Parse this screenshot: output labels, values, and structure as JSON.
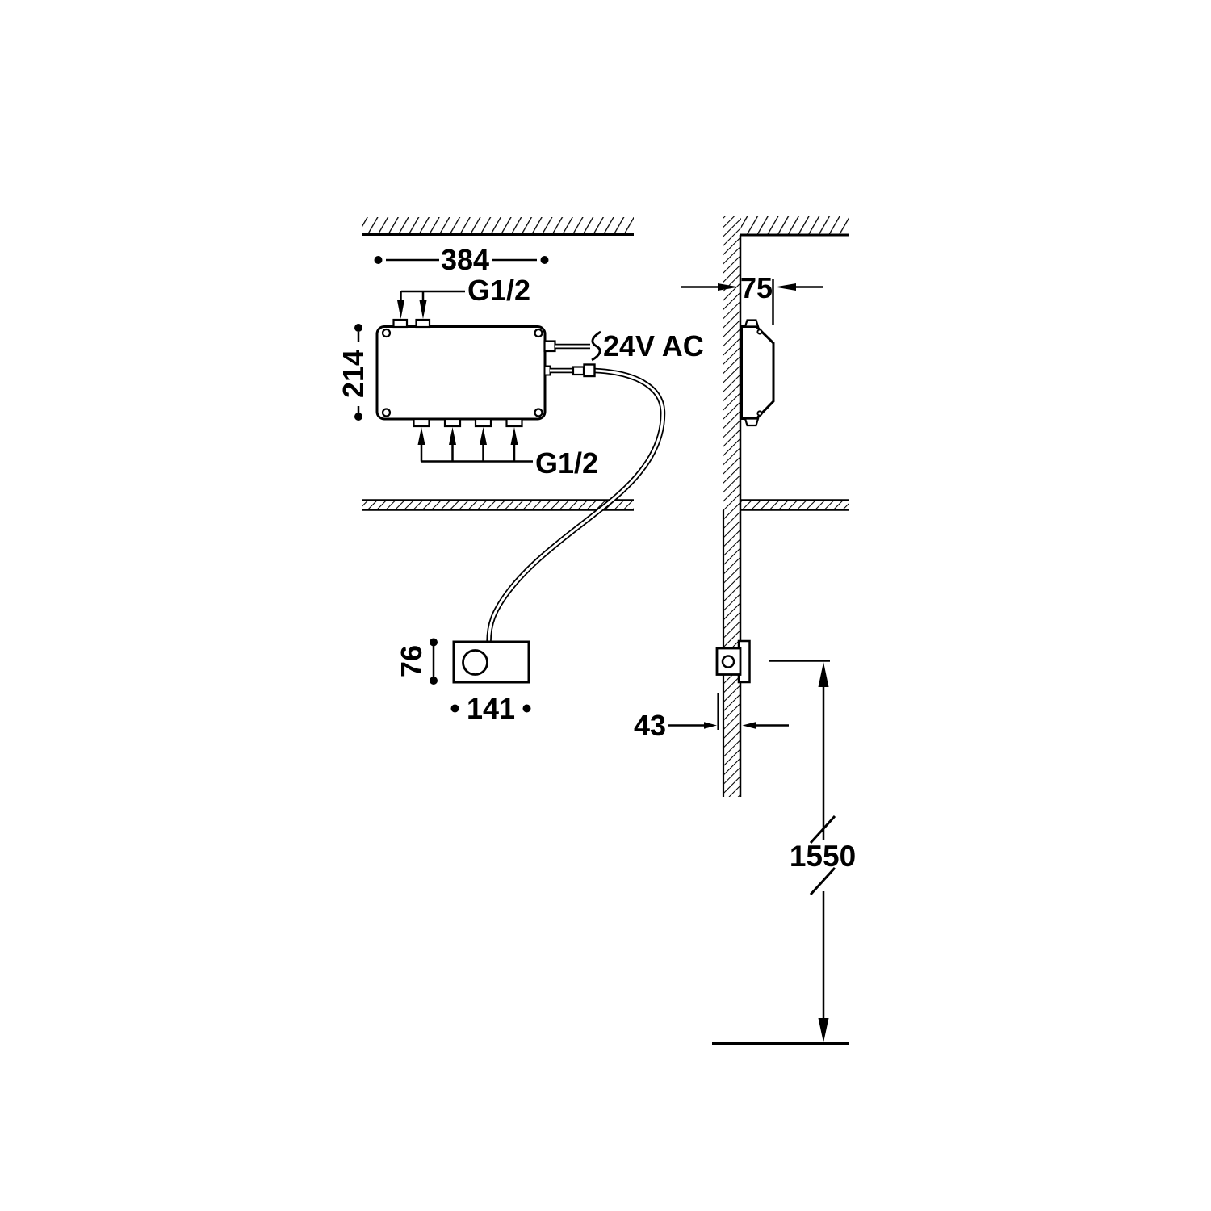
{
  "diagram": {
    "front_view": {
      "dim_width": "384",
      "dim_height": "214",
      "label_inlets_top": "G1/2",
      "label_power": "24V AC",
      "label_outlets_bottom": "G1/2",
      "panel": {
        "dim_width": "141",
        "dim_height": "76"
      }
    },
    "side_view": {
      "dim_box_depth": "75",
      "dim_panel_depth": "43",
      "dim_mounting_height": "1550"
    },
    "colors": {
      "ink": "#000000",
      "background": "#ffffff"
    }
  }
}
